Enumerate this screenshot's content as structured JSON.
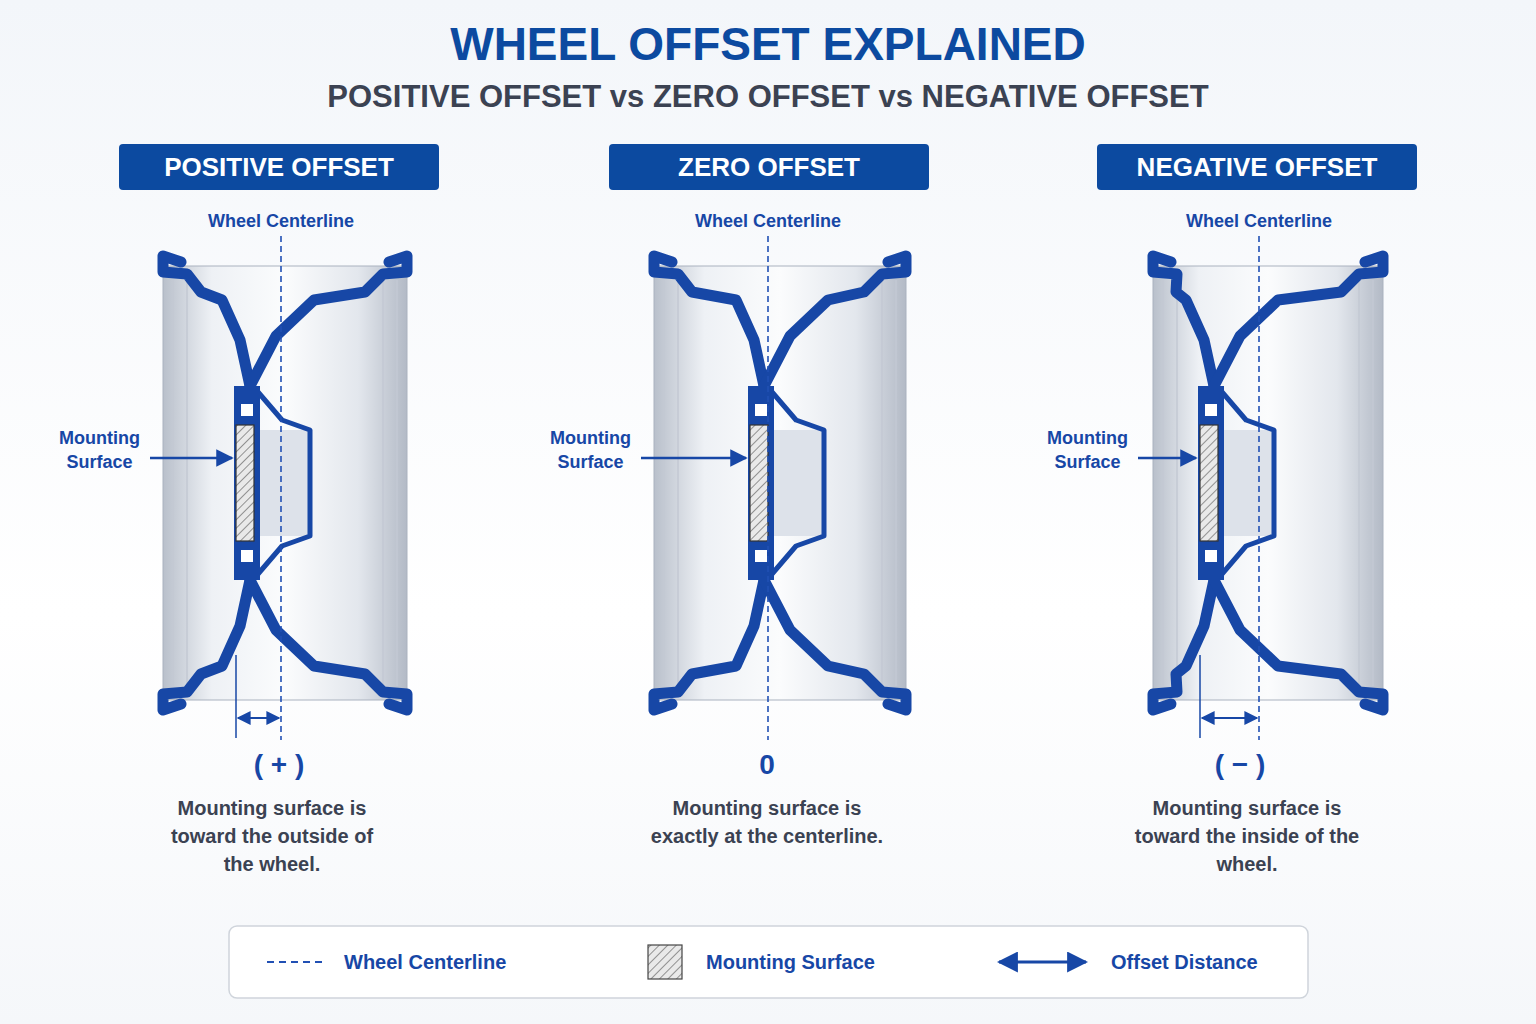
{
  "diagram": {
    "title": "WHEEL OFFSET EXPLAINED",
    "nodes": [
      {
        "text": [
          "POSITIVE OFFSET"
        ]
      },
      {
        "text": [
          "ZERO OFFSET"
        ]
      },
      {
        "text": [
          "NEGATIVE OFFSET"
        ]
      }
    ],
    "labels": [
      "POSITIVE OFFSET vs ZERO OFFSET vs NEGATIVE OFFSET",
      "Wheel Centerline",
      "Mounting Surface",
      "( + )",
      "Mounting surface is toward the outside of the wheel.",
      "Wheel Centerline",
      "Mounting Surface",
      "0",
      "Mounting surface is exactly at the centerline.",
      "Wheel Centerline",
      "Mounting Surface",
      "( − )",
      "Mounting surface is toward the inside of the wheel."
    ],
    "legend": [
      {
        "text": "Wheel Centerline"
      },
      {
        "text": "Mounting Surface"
      },
      {
        "text": "Offset Distance"
      }
    ]
  }
}
